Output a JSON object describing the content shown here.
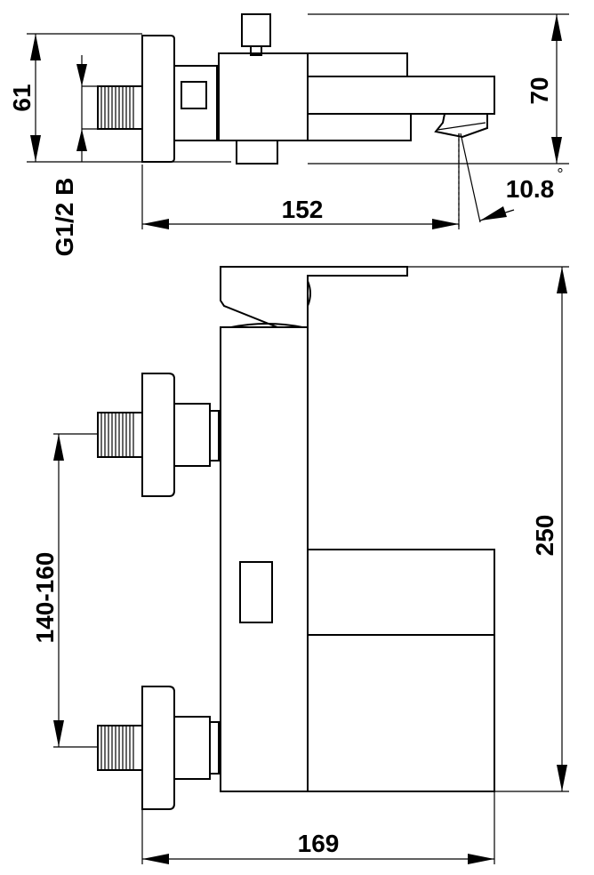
{
  "dimensions": {
    "height_61": "61",
    "height_70": "70",
    "spout_152": "152",
    "angle": "10.8",
    "angle_unit": "°",
    "thread": "G1/2 B",
    "height_250": "250",
    "centers": "140-160",
    "width_169": "169"
  }
}
